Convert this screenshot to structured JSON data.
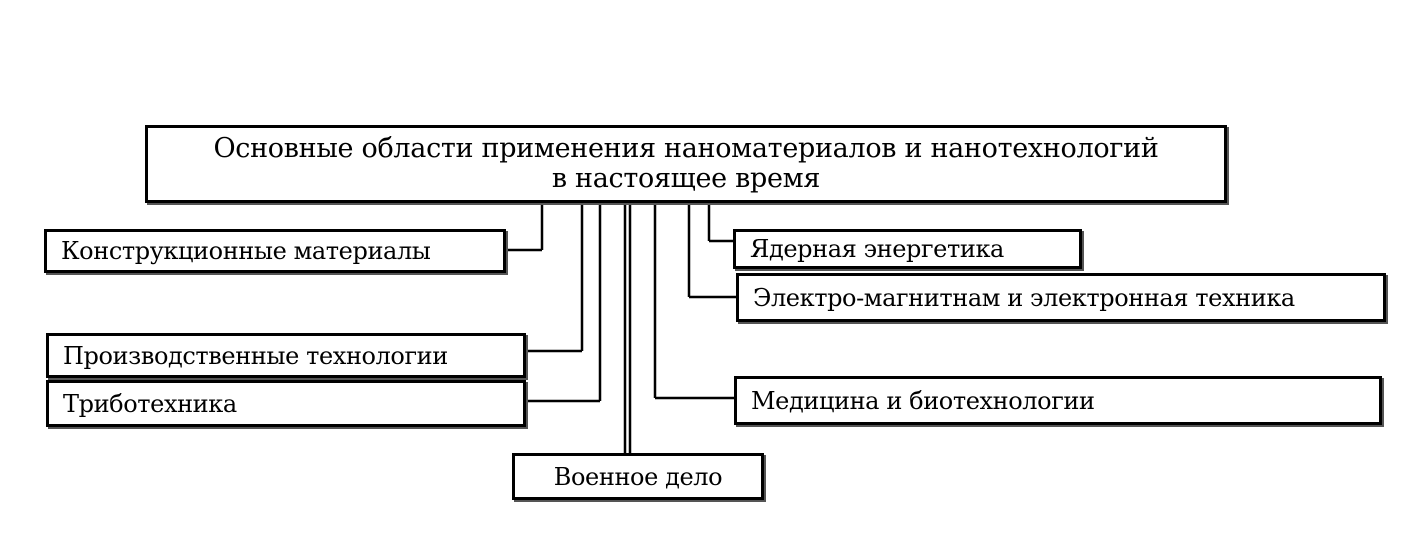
{
  "diagram": {
    "title_line1": "Основные области применения наноматериалов и нанотехнологий",
    "title_line2": "в настоящее время",
    "nodes": {
      "konstr": "Конструкционные материалы",
      "proizv": "Производственные технологии",
      "tribo": "Триботехника",
      "voen": "Военное дело",
      "yadern": "Ядерная энергетика",
      "elektro": "Электро-магнитнам и электронная техника",
      "med": "Медицина и биотехнологии"
    }
  }
}
